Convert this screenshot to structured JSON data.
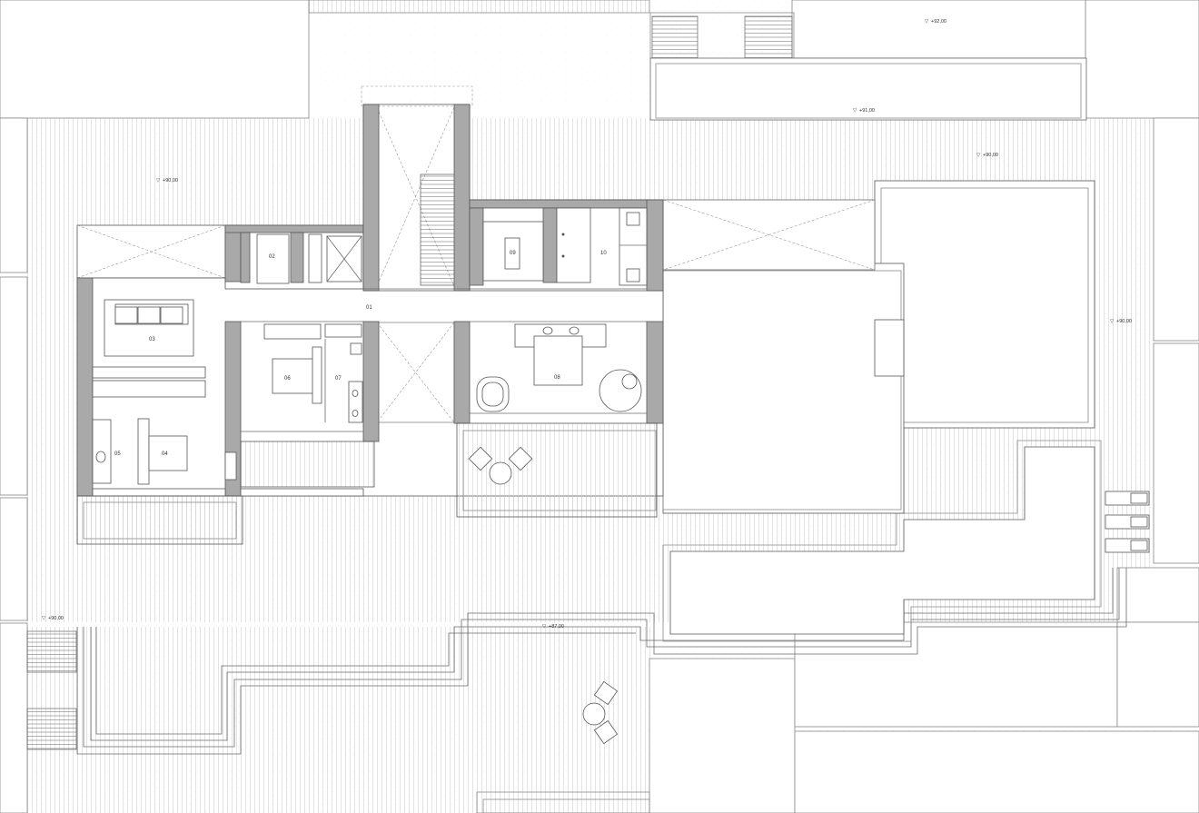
{
  "plan": {
    "rooms": [
      {
        "id": "01",
        "label": "01"
      },
      {
        "id": "02",
        "label": "02"
      },
      {
        "id": "03",
        "label": "03"
      },
      {
        "id": "04",
        "label": "04"
      },
      {
        "id": "05",
        "label": "05"
      },
      {
        "id": "06",
        "label": "06"
      },
      {
        "id": "07",
        "label": "07"
      },
      {
        "id": "08",
        "label": "08"
      },
      {
        "id": "09",
        "label": "09"
      },
      {
        "id": "10",
        "label": "10"
      }
    ],
    "levels": {
      "top_right": "+92,00",
      "palm_strip": "+91,00",
      "upper_terrace": "+90,00",
      "left_terrace": "+90,00",
      "right_terrace": "+90,00",
      "lower_left": "+90,00",
      "lower_center": "+87,00"
    },
    "level_marker_symbol": "▽"
  }
}
